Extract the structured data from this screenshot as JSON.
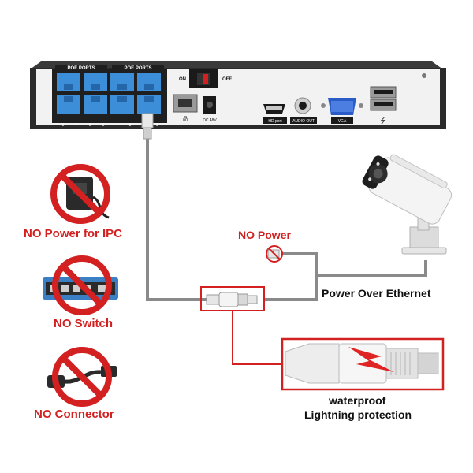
{
  "nvr": {
    "poe_label_left": "POE PORTS",
    "poe_label_right": "POE PORTS",
    "port_numbers": [
      "8",
      "7",
      "6",
      "5",
      "4",
      "3",
      "2",
      "1"
    ],
    "switch_on": "ON",
    "switch_off": "OFF",
    "dc_label": "DC 48V",
    "hdmi_label": "HD port",
    "audio_label": "AUDIO OUT",
    "vga_label": "VGA"
  },
  "prohibitions": [
    {
      "label": "NO Power for IPC",
      "icon": "power-adapter-icon"
    },
    {
      "label": "NO Switch",
      "icon": "network-switch-icon"
    },
    {
      "label": "NO Connector",
      "icon": "cable-connector-icon"
    }
  ],
  "no_power": {
    "label": "NO Power",
    "icon": "power-plug-icon"
  },
  "poe": {
    "label": "Power Over Ethernet"
  },
  "waterproof": {
    "line1": "waterproof",
    "line2": "Lightning protection"
  },
  "colors": {
    "red": "#d32020",
    "cable": "#8a8a8a",
    "nvr_body": "#2b2b2b",
    "nvr_panel": "#f2f2f2",
    "port_blue": "#3d8ed8"
  }
}
